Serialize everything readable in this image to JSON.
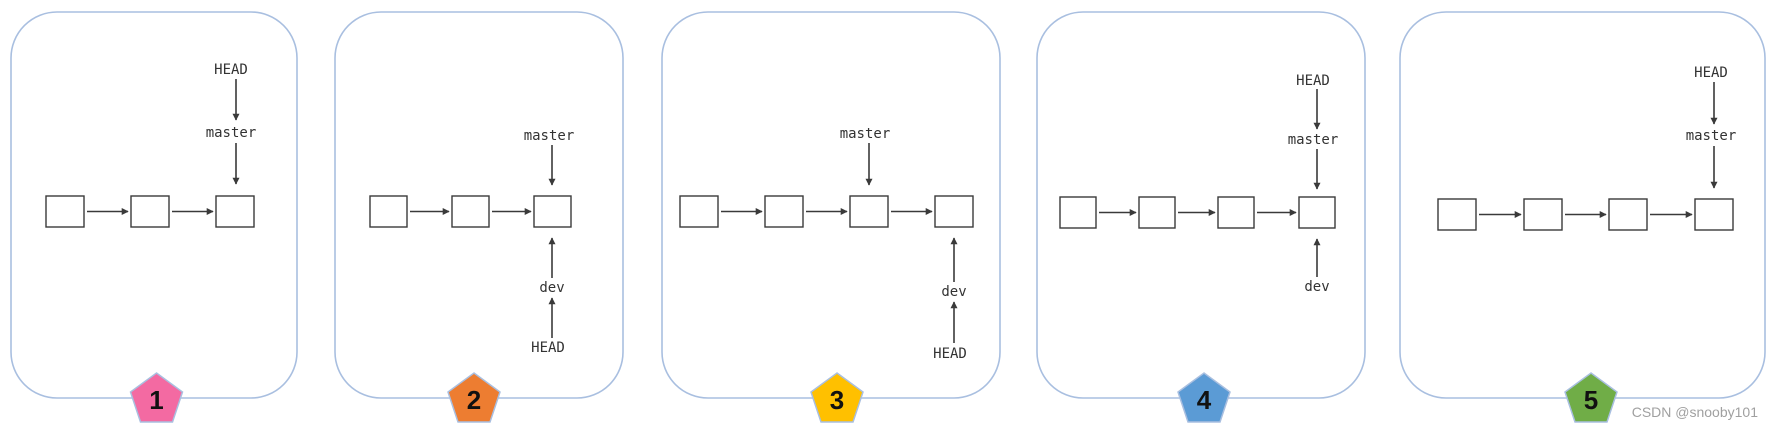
{
  "colors": {
    "panel_border": "#a9bfe0",
    "commit_stroke": "#3a3a3a",
    "arrow": "#3a3a3a",
    "label_text": "#333333"
  },
  "panels": [
    {
      "badge": "1",
      "badge_color": "#f36aa2",
      "labels": {
        "head": "HEAD",
        "master": "master"
      }
    },
    {
      "badge": "2",
      "badge_color": "#ed7d31",
      "labels": {
        "master": "master",
        "dev": "dev",
        "head": "HEAD"
      }
    },
    {
      "badge": "3",
      "badge_color": "#ffc000",
      "labels": {
        "master": "master",
        "dev": "dev",
        "head": "HEAD"
      }
    },
    {
      "badge": "4",
      "badge_color": "#5b9bd5",
      "labels": {
        "head": "HEAD",
        "master": "master",
        "dev": "dev"
      }
    },
    {
      "badge": "5",
      "badge_color": "#70ad47",
      "labels": {
        "head": "HEAD",
        "master": "master"
      }
    }
  ],
  "watermark": "CSDN @snooby101"
}
